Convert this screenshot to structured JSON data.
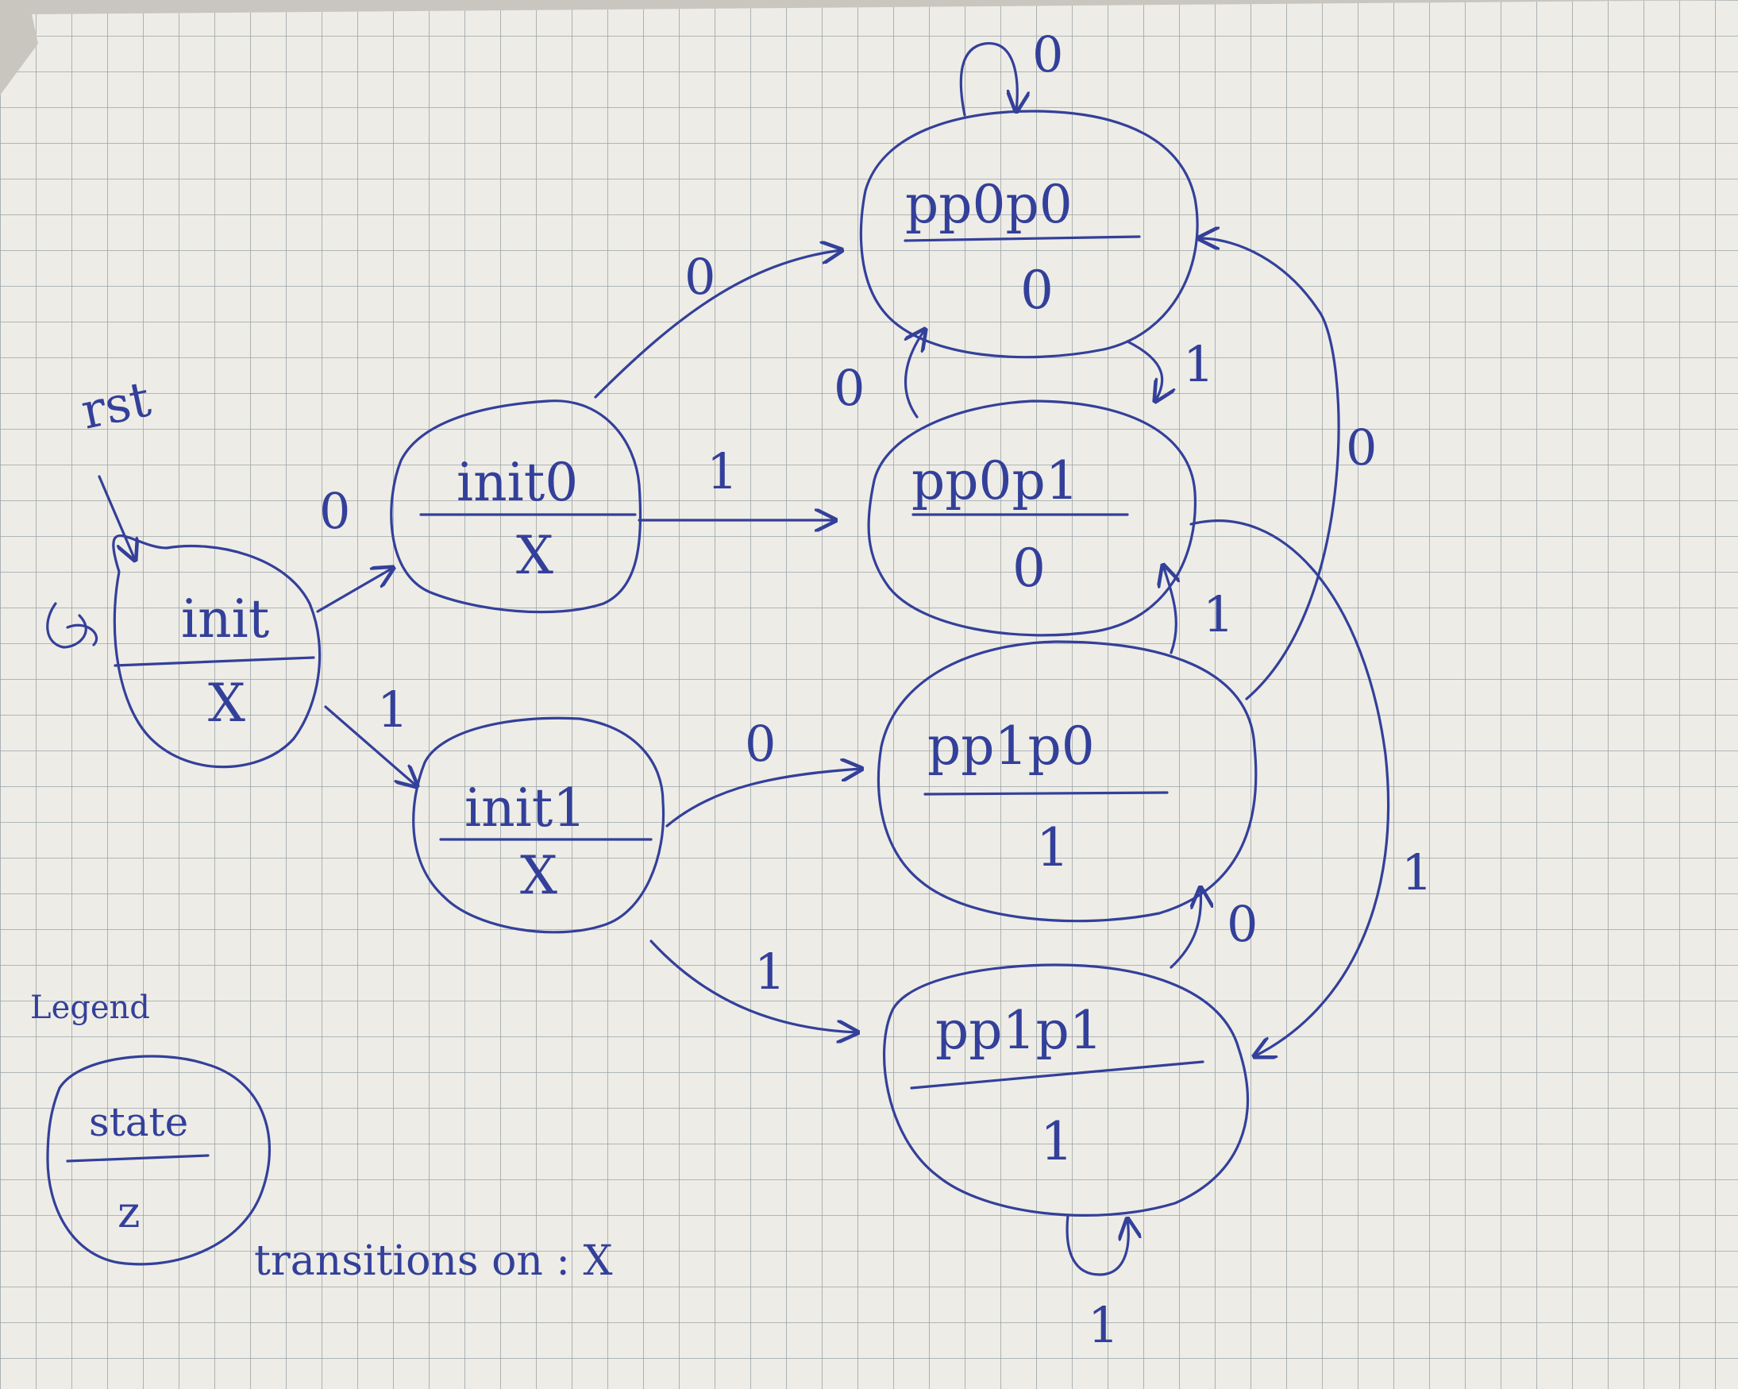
{
  "reset_label": "rst",
  "states": {
    "init": {
      "name": "init",
      "output": "X"
    },
    "init0": {
      "name": "init0",
      "output": "X"
    },
    "init1": {
      "name": "init1",
      "output": "X"
    },
    "pp0p0": {
      "name": "pp0p0",
      "output": "0"
    },
    "pp0p1": {
      "name": "pp0p1",
      "output": "0"
    },
    "pp1p0": {
      "name": "pp1p0",
      "output": "1"
    },
    "pp1p1": {
      "name": "pp1p1",
      "output": "1"
    }
  },
  "transitions": {
    "init_init0": "0",
    "init_init1": "1",
    "init0_pp0p0": "0",
    "init0_pp0p1": "1",
    "init1_pp1p0": "0",
    "init1_pp1p1": "1",
    "pp0p0_self": "0",
    "pp0p0_pp0p1": "1",
    "pp0p1_pp0p0": "0",
    "pp1p0_pp0p1": "1",
    "pp1p0_pp0p0": "0",
    "pp0p1_pp1p1": "1",
    "pp1p1_pp1p0": "0",
    "pp1p1_self": "1"
  },
  "legend": {
    "title": "Legend",
    "state": "state",
    "output": "z",
    "transitions_text": "transitions on : X"
  }
}
